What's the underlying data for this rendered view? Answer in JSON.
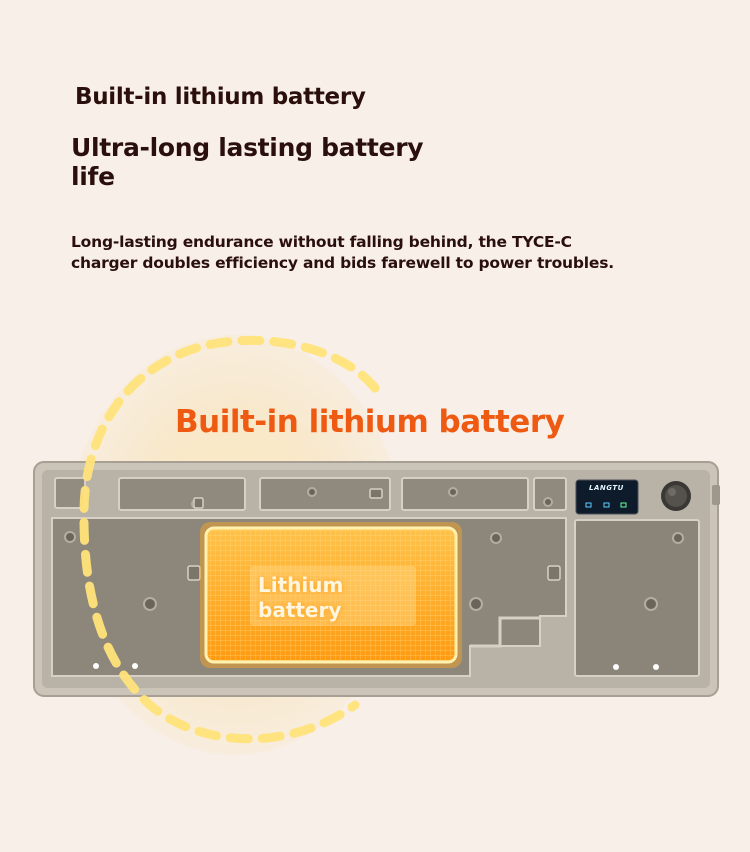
{
  "header": {
    "eyebrow": "Built-in lithium battery",
    "headline": "Ultra-long lasting battery life",
    "body": "Long-lasting endurance without falling behind, the TYCE-C charger doubles efficiency and bids farewell to power troubles."
  },
  "illustration": {
    "callout": "Built-in lithium battery",
    "battery_label_line1": "Lithium",
    "battery_label_line2": "battery",
    "display_brand": "LANGTU",
    "colors": {
      "background": "#f7efe8",
      "heading_text": "#2a0f0c",
      "callout": "#ef5a12",
      "battery_glow": "#ffb21a",
      "dash_ring": "#ffe37a",
      "case_frame": "#c9c3b8",
      "case_floor": "#8c867b"
    }
  }
}
